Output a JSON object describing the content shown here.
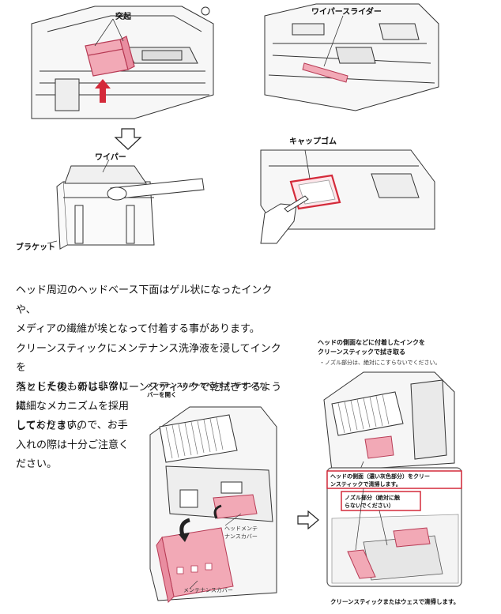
{
  "colors": {
    "accent": "#d9506a",
    "accent_fill": "#f2a9b6",
    "line": "#333333"
  },
  "fig1": {
    "label_protrusion": "突起"
  },
  "fig2": {
    "label_wiper_slider": "ワイパースライダー"
  },
  "fig3": {
    "label_wiper": "ワイパー",
    "label_bracket": "ブラケット"
  },
  "fig4": {
    "label_cap_rubber": "キャップゴム"
  },
  "body_text": {
    "lines_full": [
      "ヘッド周辺のヘッドベース下面はゲル状になったインクや、",
      "メディアの繊維が埃となって付着する事があります。",
      "クリーンスティックにメンテナンス洗浄液を浸してインクを",
      "落とした後、新しいクリーンスティックで乾拭きするように",
      "してください。"
    ],
    "lines_narrow": [
      "ヘッドそのものは非常に",
      "繊細なメカニズムを採用",
      "しておりますので、お手",
      "入れの際は十分ご注意く",
      "ださい。"
    ]
  },
  "fig5": {
    "title_lines": [
      "メンテナンスカバーとヘッドメンテナンスカ",
      "バーを開く"
    ],
    "label_head_cover_lines": [
      "ヘッドメンテ",
      "ナンスカバー"
    ],
    "label_cover": "メンテナンスカバー"
  },
  "fig6": {
    "title_lines": [
      "ヘッドの側面などに付着したインクを",
      "クリーンスティックで拭き取る"
    ],
    "note": "・ノズル部分は、絶対にこすらないでください。",
    "callout_side_lines": [
      "ヘッドの側面（濃い灰色部分）をクリー",
      "ンスティックで清掃します。"
    ],
    "callout_nozzle_lines": [
      "ノズル部分（絶対に触",
      "らないでください）"
    ],
    "caption": "クリーンスティックまたはウェスで清掃します。"
  },
  "arrows": {
    "down_arrow": "down-outline-arrow",
    "right_arrow": "right-outline-arrow"
  }
}
